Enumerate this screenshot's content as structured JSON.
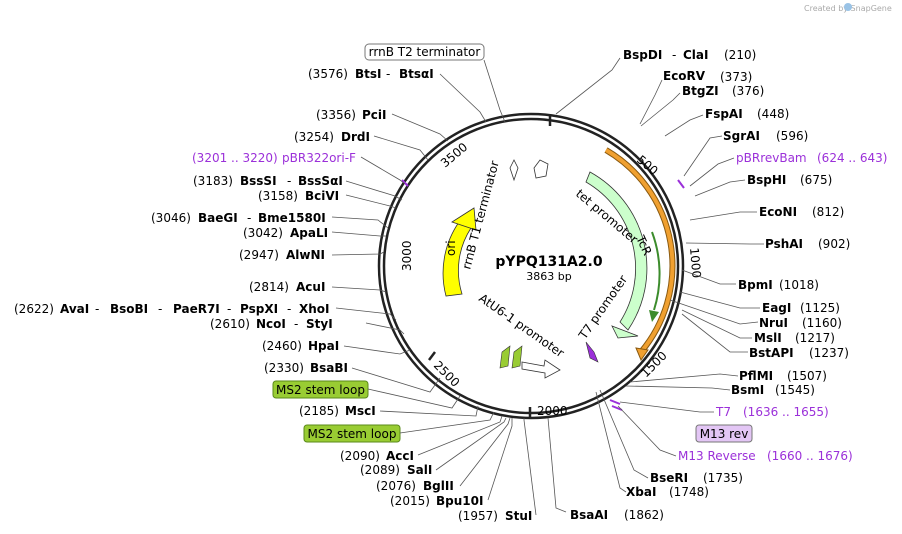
{
  "credit": "Created by SnapGene",
  "plasmid": {
    "name": "pYPQ131A2.0",
    "size": "3863 bp"
  },
  "ticks": [
    "500",
    "1000",
    "1500",
    "2000",
    "2500",
    "3000",
    "3500"
  ],
  "features": {
    "rrnB_T2": "rrnB T2 terminator",
    "rrnB_T1": "rrnB T1 terminator",
    "tet": "tet promoter",
    "TcR": "TcR",
    "T7prom": "T7 promoter",
    "AtU6": "AtU6-1 promoter",
    "ori": "ori",
    "ms2_1": "MS2 stem loop",
    "ms2_2": "MS2 stem loop",
    "m13rev_box": "M13 rev"
  },
  "right_sites": [
    {
      "name": "BspDI",
      "name2": "ClaI",
      "pos": "(210)"
    },
    {
      "name": "EcoRV",
      "pos": "(373)"
    },
    {
      "name": "BtgZI",
      "pos": "(376)"
    },
    {
      "name": "FspAI",
      "pos": "(448)"
    },
    {
      "name": "SgrAI",
      "pos": "(596)"
    },
    {
      "name": "pBRrevBam",
      "pos": "(624 .. 643)",
      "purple": true
    },
    {
      "name": "BspHI",
      "pos": "(675)"
    },
    {
      "name": "EcoNI",
      "pos": "(812)"
    },
    {
      "name": "PshAI",
      "pos": "(902)"
    },
    {
      "name": "BpmI",
      "pos": "(1018)"
    },
    {
      "name": "EagI",
      "pos": "(1125)"
    },
    {
      "name": "NruI",
      "pos": "(1160)"
    },
    {
      "name": "MslI",
      "pos": "(1217)"
    },
    {
      "name": "BstAPI",
      "pos": "(1237)"
    },
    {
      "name": "PflMI",
      "pos": "(1507)"
    },
    {
      "name": "BsmI",
      "pos": "(1545)"
    },
    {
      "name": "T7",
      "pos": "(1636 .. 1655)",
      "purple": true
    },
    {
      "name": "M13 Reverse",
      "pos": "(1660 .. 1676)",
      "purple": true
    },
    {
      "name": "BseRI",
      "pos": "(1735)"
    },
    {
      "name": "XbaI",
      "pos": "(1748)"
    },
    {
      "name": "BsaAI",
      "pos": "(1862)"
    }
  ],
  "left_sites": [
    {
      "name": "BtsI",
      "name2": "BtsαI",
      "pos": "(3576)"
    },
    {
      "name": "PciI",
      "pos": "(3356)"
    },
    {
      "name": "DrdI",
      "pos": "(3254)"
    },
    {
      "name": "pBR322ori-F",
      "pos": "(3201 .. 3220)",
      "purple": true
    },
    {
      "name": "BssSI",
      "name2": "BssSαI",
      "pos": "(3183)"
    },
    {
      "name": "BciVI",
      "pos": "(3158)"
    },
    {
      "name": "BaeGI",
      "name2": "Bme1580I",
      "pos": "(3046)"
    },
    {
      "name": "ApaLI",
      "pos": "(3042)"
    },
    {
      "name": "AlwNI",
      "pos": "(2947)"
    },
    {
      "name": "AcuI",
      "pos": "(2814)"
    },
    {
      "name": "AvaI",
      "name2": "BsoBI",
      "name3": "PaeR7I",
      "name4": "PspXI",
      "name5": "XhoI",
      "pos": "(2622)"
    },
    {
      "name": "NcoI",
      "name2": "StyI",
      "pos": "(2610)"
    },
    {
      "name": "HpaI",
      "pos": "(2460)"
    },
    {
      "name": "BsaBI",
      "pos": "(2330)"
    },
    {
      "name": "MscI",
      "pos": "(2185)"
    },
    {
      "name": "AccI",
      "pos": "(2090)"
    },
    {
      "name": "SalI",
      "pos": "(2089)"
    },
    {
      "name": "BglII",
      "pos": "(2076)"
    },
    {
      "name": "Bpu10I",
      "pos": "(2015)"
    },
    {
      "name": "StuI",
      "pos": "(1957)"
    }
  ],
  "colors": {
    "backbone": "#222222",
    "ori": "#ffff00",
    "promoter": "#ccffcc",
    "TcR": "#ccffcc",
    "terminator": "#ffffff",
    "ms2": "#99cc33",
    "primer": "#9b30d9",
    "orange": "#f0a030"
  }
}
